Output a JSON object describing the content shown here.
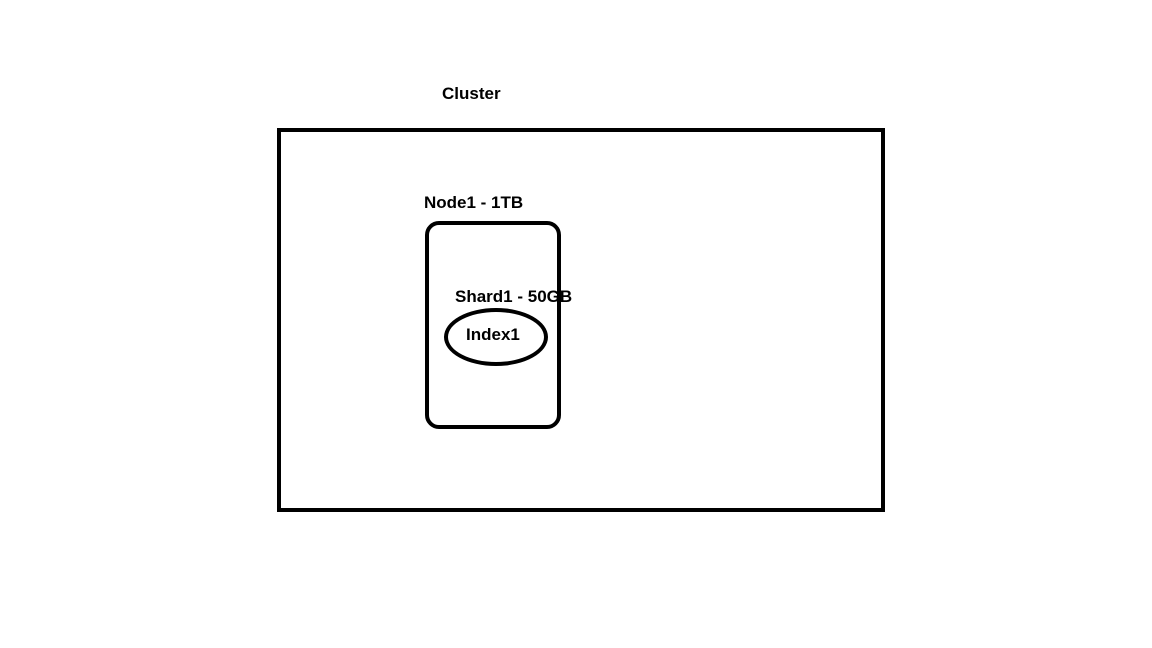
{
  "diagram": {
    "cluster": {
      "label": "Cluster"
    },
    "node": {
      "label": "Node1 - 1TB"
    },
    "shard": {
      "label": "Shard1 - 50GB"
    },
    "index": {
      "label": "Index1"
    }
  },
  "colors": {
    "background": "#ffffff",
    "stroke": "#000000",
    "text": "#000000"
  }
}
